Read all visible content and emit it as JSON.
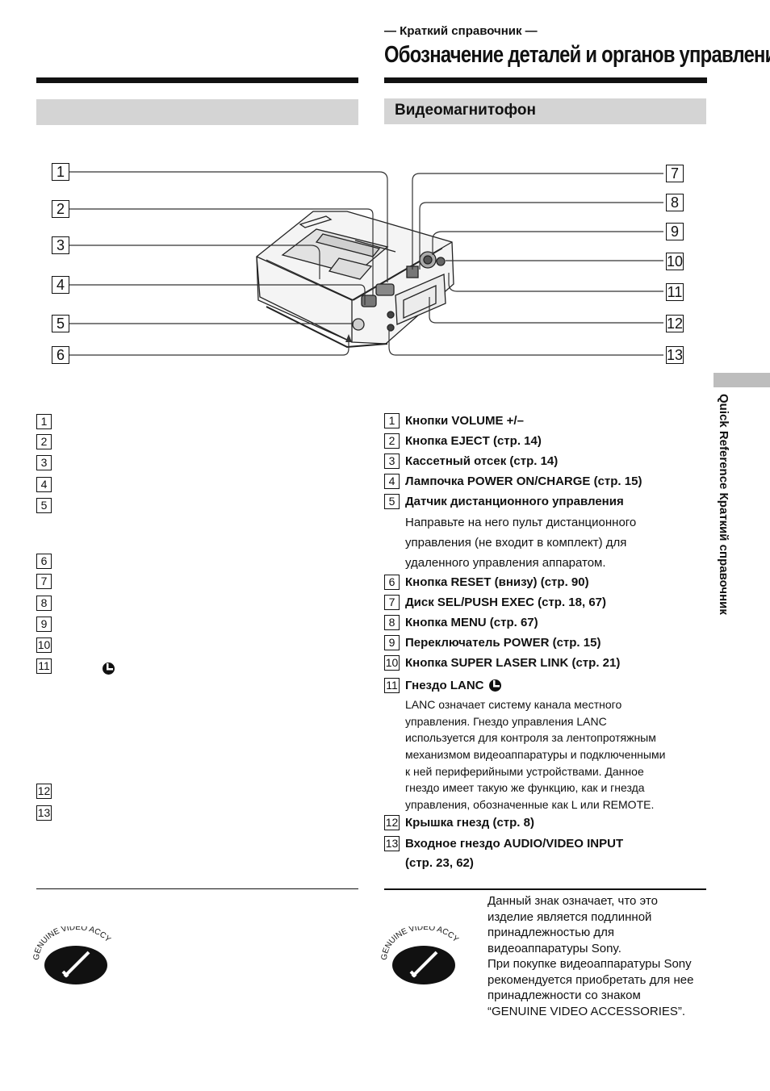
{
  "header": {
    "subtitle": "— Краткий справочник —",
    "title": "Обозначение деталей и органов управления"
  },
  "section": {
    "title": "Видеомагнитофон"
  },
  "callouts_left": [
    "1",
    "2",
    "3",
    "4",
    "5",
    "6"
  ],
  "callouts_right": [
    "7",
    "8",
    "9",
    "10",
    "11",
    "12",
    "13"
  ],
  "left_numbers": [
    "1",
    "2",
    "3",
    "4",
    "5",
    "6",
    "7",
    "8",
    "9",
    "10",
    "11",
    "12",
    "13"
  ],
  "items": [
    {
      "num": "1",
      "text": "Кнопки VOLUME +/–"
    },
    {
      "num": "2",
      "text": "Кнопка EJECT (стр. 14)"
    },
    {
      "num": "3",
      "text": "Кассетный отсек (стр. 14)"
    },
    {
      "num": "4",
      "text": "Лампочка POWER ON/CHARGE (стр. 15)"
    },
    {
      "num": "5",
      "text": "Датчик дистанционного управления"
    },
    {
      "num": "6",
      "text": "Кнопка RESET (внизу) (стр. 90)"
    },
    {
      "num": "7",
      "text": "Диск SEL/PUSH EXEC (стр. 18, 67)"
    },
    {
      "num": "8",
      "text": "Кнопка MENU (стр. 67)"
    },
    {
      "num": "9",
      "text": "Переключатель POWER (стр. 15)"
    },
    {
      "num": "10",
      "text": "Кнопка SUPER LASER LINK (стр. 21)"
    },
    {
      "num": "11",
      "text": "Гнездо LANC"
    },
    {
      "num": "12",
      "text": "Крышка гнезд (стр. 8)"
    },
    {
      "num": "13",
      "text": "Входное гнездо AUDIO/VIDEO INPUT"
    }
  ],
  "item5_desc": [
    "Направьте на него пульт дистанционного",
    "управления (не входит в комплект) для",
    "удаленного управления аппаратом."
  ],
  "item11_desc": [
    "LANC означает систему канала местного",
    "управления. Гнездо управления LANC",
    "используется для контроля за лентопротяжным",
    "механизмом видеоаппаратуры и подключенными",
    "к ней периферийными устройствами. Данное",
    "гнездо имеет такую же функцию, как и гнезда",
    "управления, обозначенные как L или REMOTE."
  ],
  "item13_cont": "(стр. 23, 62)",
  "sidebar": {
    "text": "Quick Reference    Краткий справочник"
  },
  "logo": {
    "text": "GENUINE VIDEO ACCY"
  },
  "note": "Данный знак означает, что это изделие является подлинной принадлежностью для видеоаппаратуры Sony.\nПри покупке видеоаппаратуры Sony рекомендуется приобретать для нее принадлежности со знаком “GENUINE VIDEO ACCESSORIES”."
}
